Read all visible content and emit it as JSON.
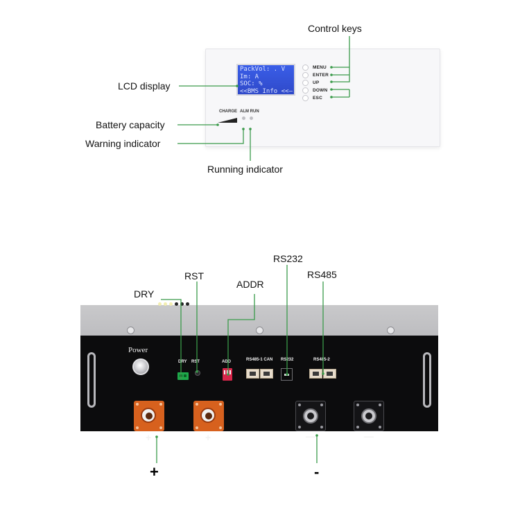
{
  "callouts": {
    "control_keys": "Control keys",
    "lcd_display": "LCD display",
    "battery_capacity": "Battery capacity",
    "warning_indicator": "Warning indicator",
    "running_indicator": "Running indicator",
    "dry": "DRY",
    "rst": "RST",
    "addr": "ADDR",
    "rs232": "RS232",
    "rs485": "RS485",
    "plus": "+",
    "minus": "-"
  },
  "front_panel": {
    "lcd_lines": [
      "PackVol:  .  V",
      "Im:        A",
      "SOC:       %",
      "<<BMS Info <<—"
    ],
    "keys": [
      "MENU",
      "ENTER",
      "UP",
      "DOWN",
      "ESC"
    ],
    "charge_label": "CHARGE",
    "alm_run_label": "ALM RUN"
  },
  "rear_panel": {
    "power_label": "Power",
    "dry_label": "DRY",
    "rst_label": "RST",
    "add_label": "ADD",
    "rs485_can_label": "RS485-1 CAN",
    "rs232_label": "RS232",
    "rs485_2_label": "RS485-2",
    "pos_signs": [
      "+",
      "+"
    ],
    "neg_signs": [
      "—",
      "—"
    ]
  },
  "colors": {
    "leader_line": "#3a9a4a",
    "lcd_blue": "#2f49c9",
    "positive_terminal": "#d7611e",
    "dry_connector": "#1fa84a",
    "dip_switch": "#d6264a"
  }
}
